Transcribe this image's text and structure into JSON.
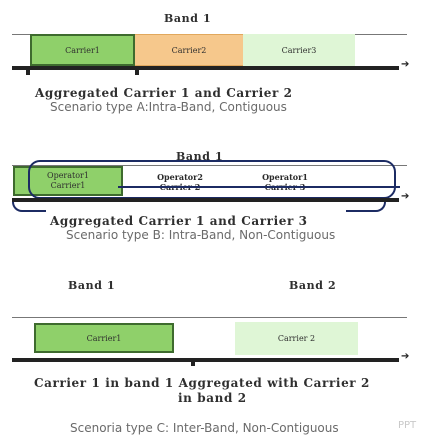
{
  "sections": [
    {
      "band_label": "Band 1",
      "carriers": [
        "Carrier1",
        "Carrier2",
        "Carrier3"
      ],
      "caption_line1": "Aggregated Carrier 1 and Carrier 2",
      "caption_line2": "Scenario type A:Intra-Band, Contiguous"
    },
    {
      "band_label": "Band 1",
      "operators": [
        {
          "line1": "Operator1",
          "line2": "Carrier1"
        },
        {
          "line1": "Operator2",
          "line2": "Carrier 2"
        },
        {
          "line1": "Operator1",
          "line2": "Carrier 3"
        }
      ],
      "caption_line1": "Aggregated Carrier 1 and Carrier 3",
      "caption_line2": "Scenario type B: Intra-Band, Non-Contiguous"
    },
    {
      "band1_label": "Band 1",
      "band2_label": "Band 2",
      "carriers": [
        "Carrier1",
        "Carrier 2"
      ],
      "caption_line1": "Carrier 1 in band 1 Aggregated with Carrier 2",
      "caption_line2": "in band 2",
      "caption_line3": "Scenoria type C: Inter-Band, Non-Contiguous"
    }
  ],
  "watermark": "PPT"
}
